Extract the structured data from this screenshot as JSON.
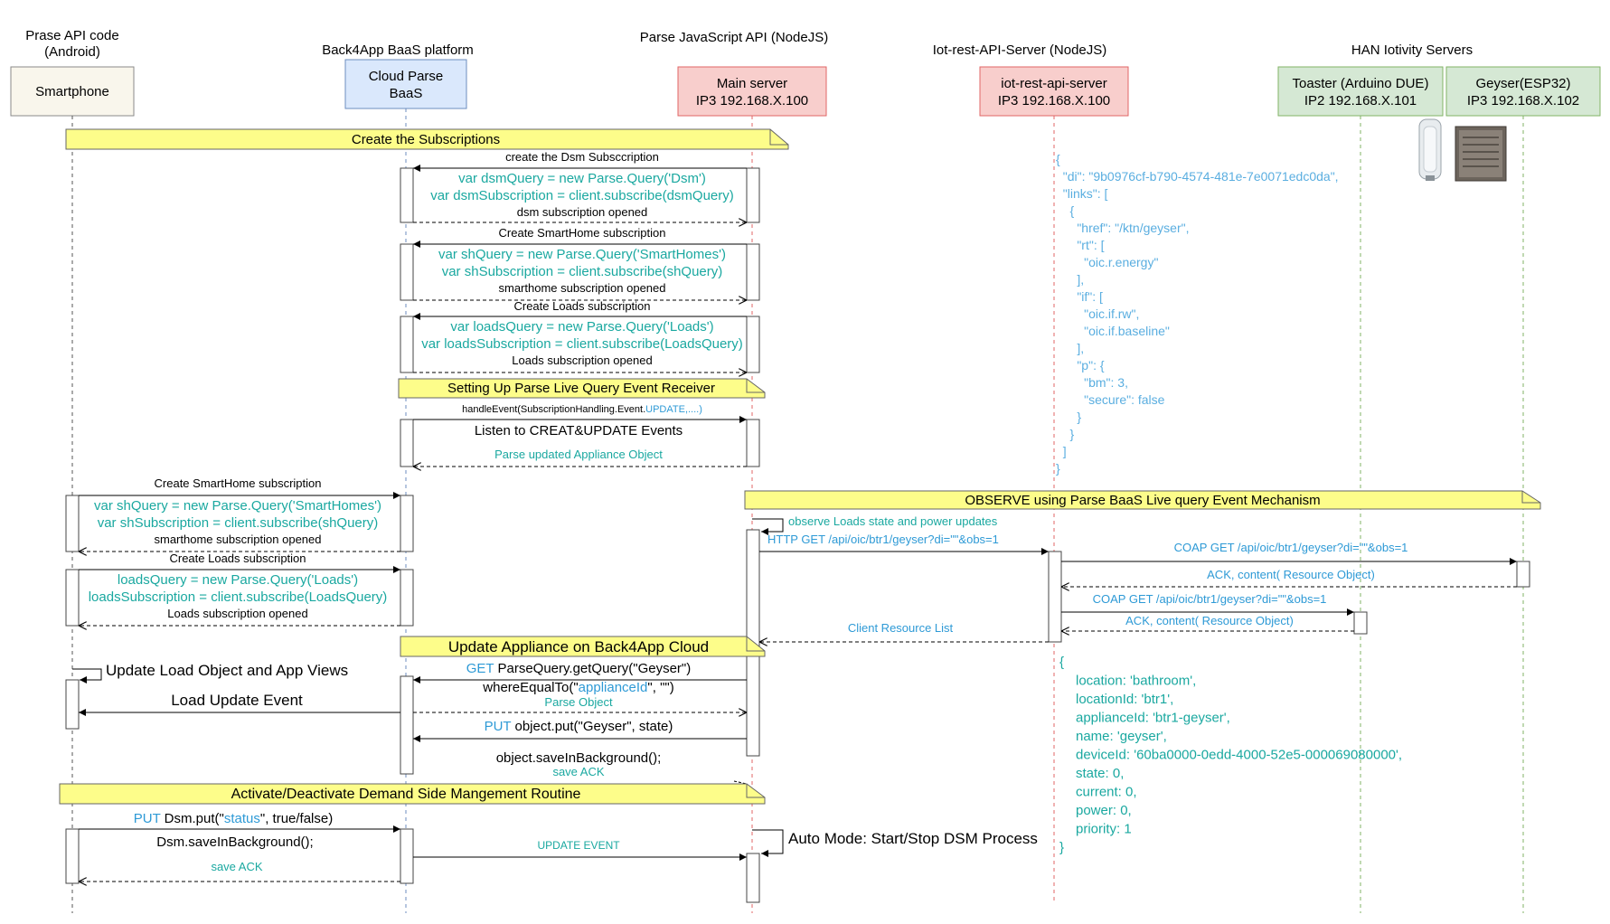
{
  "colors": {
    "smartphone_fill": "#f9f6ec",
    "cloud_fill": "#dae8fc",
    "cloud_stroke": "#6c8ebf",
    "server_fill": "#f8cecc",
    "server_stroke": "#e06666",
    "han_fill": "#d5e8d4",
    "han_stroke": "#82b366",
    "note_fill": "#fdfd8a",
    "cyan_text": "#1aa8a0",
    "blue_text": "#2e9ad6"
  },
  "headers": {
    "android": [
      "Prase API code",
      "(Android)"
    ],
    "baas": "Back4App BaaS platform",
    "nodejs": "Parse JavaScript API (NodeJS)",
    "iot": "Iot-rest-API-Server (NodeJS)",
    "han": "HAN Iotivity Servers"
  },
  "participants": {
    "smartphone": "Smartphone",
    "cloud": [
      "Cloud Parse",
      "BaaS"
    ],
    "main": [
      "Main server",
      "IP3 192.168.X.100"
    ],
    "iot": [
      "iot-rest-api-server",
      "IP3 192.168.X.100"
    ],
    "toaster": [
      "Toaster (Arduino DUE)",
      "IP2 192.168.X.101"
    ],
    "geyser": [
      "Geyser(ESP32)",
      "IP3 192.168.X.102"
    ]
  },
  "notes": {
    "create_subs": "Create the Subscriptions",
    "live_query": "Setting Up Parse Live Query Event Receiver",
    "observe": "OBSERVE using Parse BaaS Live query Event Mechanism",
    "update_appliance": "Update Appliance  on Back4App Cloud",
    "dsm_routine": "Activate/Deactivate Demand Side Mangement Routine"
  },
  "messages": {
    "dsm_create": "create the Dsm Subsccription",
    "dsm_query": "var dsmQuery = new Parse.Query('Dsm')",
    "dsm_sub": "var dsmSubscription = client.subscribe(dsmQuery)",
    "dsm_opened": "dsm subscription opened",
    "sh_create": "Create SmartHome subscription",
    "sh_query": "var shQuery = new Parse.Query('SmartHomes')",
    "sh_sub": "var shSubscription = client.subscribe(shQuery)",
    "sh_opened": "smarthome subscription opened",
    "loads_create": "Create Loads subscription",
    "loads_query": "var loadsQuery = new Parse.Query('Loads')",
    "loads_sub": "var loadsSubscription = client.subscribe(LoadsQuery)",
    "loads_opened": "Loads subscription opened",
    "handle_event_a": "handleEvent(SubscriptionHandling.Event.",
    "handle_event_b": "UPDATE,....)",
    "listen": "Listen to CREAT&UPDATE Events",
    "parse_updated": "Parse updated Appliance Object",
    "app_sh_create": "Create SmartHome subscription",
    "app_sh_query": "var shQuery = new Parse.Query('SmartHomes')",
    "app_sh_sub": "var shSubscription = client.subscribe(shQuery)",
    "app_sh_opened": "smarthome subscription opened",
    "app_loads_create": "Create Loads subscription",
    "app_loads_query": "loadsQuery = new Parse.Query('Loads')",
    "app_loads_sub": "loadsSubscription = client.subscribe(LoadsQuery)",
    "app_loads_opened": "Loads subscription opened",
    "observe_loads": "observe Loads state and power updates",
    "http_get": "HTTP GET /api/oic/btr1/geyser?di=\"\"&obs=1",
    "coap_geyser": "COAP GET /api/oic/btr1/geyser?di=\"\"&obs=1",
    "ack_geyser": "ACK, content( Resource Object)",
    "coap_toaster": "COAP GET /api/oic/btr1/geyser?di=\"\"&obs=1",
    "ack_toaster": "ACK, content( Resource Object)",
    "client_resource": "Client Resource List",
    "update_load_views": "Update Load Object and App Views",
    "load_update_event": "Load Update Event",
    "get_kw": "GET",
    "get_rest": " ParseQuery.getQuery(\"Geyser\")",
    "where_a": "whereEqualTo(\"",
    "where_b": "applianceId",
    "where_c": "\", \"\")",
    "parse_object": "Parse Object",
    "put_kw": "PUT",
    "put_rest": " object.put(\"Geyser\", state)",
    "save_bg": "object.saveInBackground();",
    "save_ack": "save ACK",
    "dsm_put_kw": "PUT",
    "dsm_put_a": " Dsm.put(\"",
    "dsm_put_b": "status",
    "dsm_put_c": "\", true/false)",
    "dsm_save_bg": "Dsm.saveInBackground();",
    "dsm_save_ack": "save ACK",
    "update_event": "UPDATE EVENT",
    "auto_mode": "Auto Mode: Start/Stop DSM Process"
  },
  "json_block_1": [
    "{",
    "  \"di\": \"9b0976cf-b790-4574-481e-7e0071edc0da\",",
    "  \"links\": [",
    "    {",
    "      \"href\": \"/ktn/geyser\",",
    "      \"rt\": [",
    "        \"oic.r.energy\"",
    "      ],",
    "      \"if\": [",
    "        \"oic.if.rw\",",
    "        \"oic.if.baseline\"",
    "      ],",
    "      \"p\": {",
    "        \"bm\": 3,",
    "        \"secure\": false",
    "      }",
    "    }",
    "  ]",
    "}"
  ],
  "json_block_2": [
    "{",
    "location: 'bathroom',",
    "locationId: 'btr1',",
    "applianceId: 'btr1-geyser',",
    "name: 'geyser',",
    "deviceId: '60ba0000-0edd-4000-52e5-000069080000',",
    "state: 0,",
    "current: 0,",
    "power: 0,",
    "priority: 1",
    "}"
  ],
  "icons": [
    "water-heater-icon",
    "air-conditioner-icon"
  ]
}
